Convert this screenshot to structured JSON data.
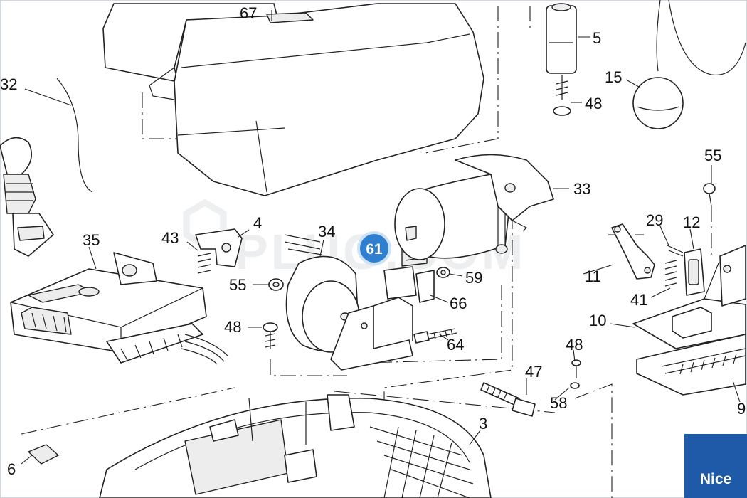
{
  "watermark_text": "PLUG.COM",
  "highlight_label": "61",
  "brand_text": "Nice",
  "colors": {
    "highlight": "#2f7fd1",
    "brand": "#1e5aa8",
    "line": "#222222"
  },
  "callouts": {
    "c67": "67",
    "c5": "5",
    "c32": "32",
    "c15": "15",
    "c48a": "48",
    "c33": "33",
    "c55a": "55",
    "c4": "4",
    "c43": "43",
    "c34": "34",
    "c35": "35",
    "c29": "29",
    "c12": "12",
    "c55b": "55",
    "c59": "59",
    "c11": "11",
    "c66": "66",
    "c41": "41",
    "c48b": "48",
    "c10": "10",
    "c64": "64",
    "c48c": "48",
    "c47": "47",
    "c58": "58",
    "c9": "9",
    "c3": "3",
    "c6": "6"
  }
}
